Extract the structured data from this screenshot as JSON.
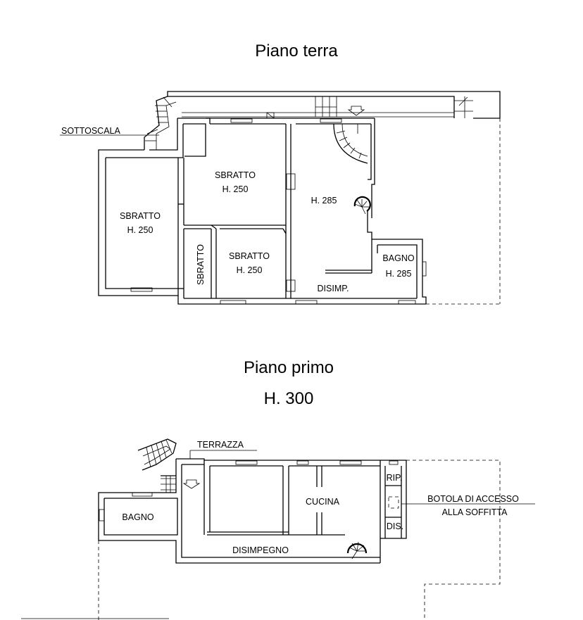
{
  "ground_floor": {
    "title": "Piano terra",
    "labels": {
      "sottoscala": "SOTTOSCALA",
      "sbratto_a": "SBRATTO",
      "sbratto_a_h": "H. 250",
      "sbratto_b": "SBRATTO",
      "sbratto_b_h": "H. 250",
      "sbratto_c": "SBRATTO",
      "sbratto_c_h": "H. 250",
      "sbratto_vertical": "SBRATTO",
      "main_h": "H. 285",
      "bagno": "BAGNO",
      "bagno_h": "H. 285",
      "disimp": "DISIMP."
    }
  },
  "first_floor": {
    "title": "Piano primo",
    "height": "H. 300",
    "labels": {
      "terrazza": "TERRAZZA",
      "bagno": "BAGNO",
      "cucina": "CUCINA",
      "rip": "RIP.",
      "dis": "DIS.",
      "disimpegno": "DISIMPEGNO",
      "botola_line1": "BOTOLA DI ACCESSO",
      "botola_line2": "ALLA SOFFITTA"
    }
  }
}
